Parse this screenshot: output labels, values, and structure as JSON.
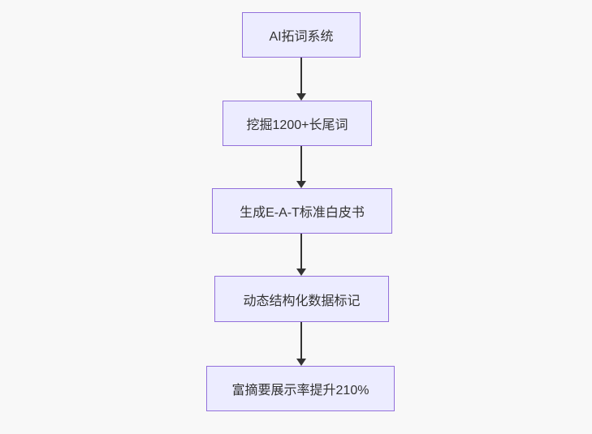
{
  "diagram": {
    "type": "flowchart",
    "direction": "top-to-bottom",
    "nodes": [
      {
        "label": "AI拓词系统"
      },
      {
        "label": "挖掘1200+长尾词"
      },
      {
        "label": "生成E-A-T标准白皮书"
      },
      {
        "label": "动态结构化数据标记"
      },
      {
        "label": "富摘要展示率提升210%"
      }
    ],
    "edges": [
      {
        "from": "AI拓词系统",
        "to": "挖掘1200+长尾词",
        "style": "arrow-down"
      },
      {
        "from": "挖掘1200+长尾词",
        "to": "生成E-A-T标准白皮书",
        "style": "arrow-down"
      },
      {
        "from": "生成E-A-T标准白皮书",
        "to": "动态结构化数据标记",
        "style": "arrow-down"
      },
      {
        "from": "动态结构化数据标记",
        "to": "富摘要展示率提升210%",
        "style": "arrow-down"
      }
    ],
    "colors": {
      "background": "#f8f8f8",
      "node_fill": "#ececff",
      "node_border": "#9370db",
      "text": "#333333",
      "arrow": "#333333"
    }
  }
}
